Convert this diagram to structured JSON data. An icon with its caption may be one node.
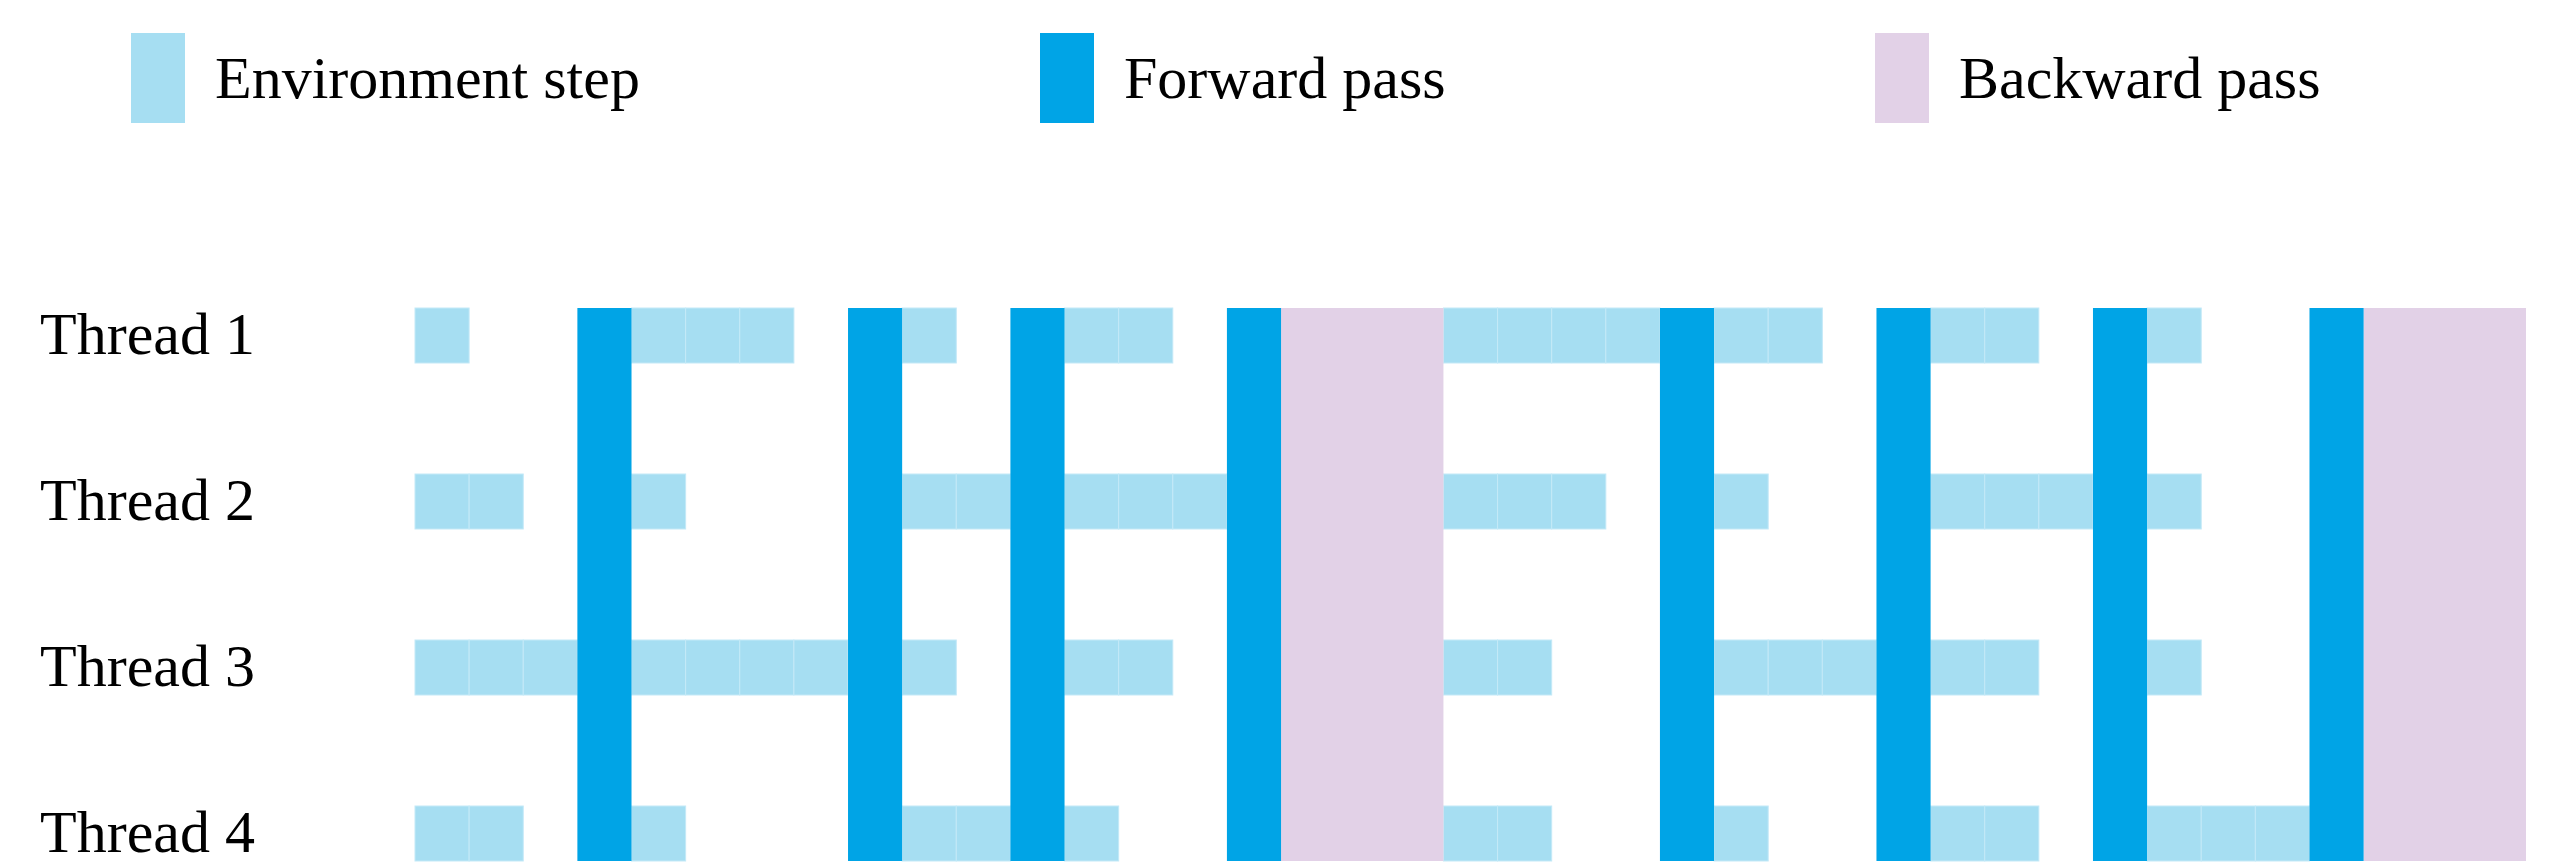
{
  "diagram": {
    "labels": [
      "Thread 1",
      "Thread 2",
      "Thread 3",
      "Thread 4"
    ],
    "legend": [
      {
        "text": "Environment step",
        "color": "#a6def2"
      },
      {
        "text": "Forward pass",
        "color": "#00a4e6"
      },
      {
        "text": "Backward pass",
        "color": "#e2d1e7"
      }
    ]
  }
}
